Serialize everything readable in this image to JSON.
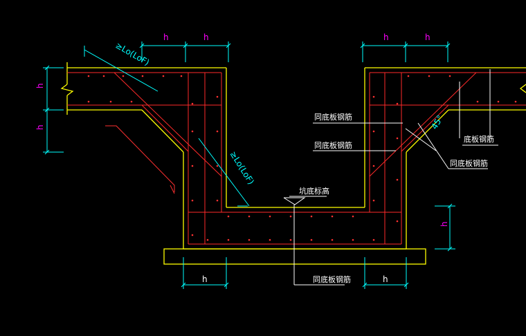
{
  "colors": {
    "background": "#000000",
    "concrete_outline": "#ffff00",
    "rebar": "#ff2020",
    "dimension": "#00ffff",
    "dim_text": "#ff00ff",
    "leader": "#ffffff",
    "anchor_text": "#00ffff",
    "mark": "#ff3030"
  },
  "labels": {
    "h_top_left_1": "h",
    "h_top_left_2": "h",
    "h_top_right_1": "h",
    "h_top_right_2": "h",
    "h_left_1": "h",
    "h_left_2": "h",
    "h_right": "h",
    "h_bottom_left": "h",
    "h_bottom_right": "h",
    "anchor_top": "≥Lo(LoF)",
    "anchor_mid": "≥Lo(LoF)",
    "note_same_slab_1": "同底板钢筋",
    "note_same_slab_2": "同底板钢筋",
    "note_bottom_slab": "底板钢筋",
    "note_same_bottom": "同底板钢筋",
    "note_pit_elevation": "坑底标高",
    "note_same_slab_bottom": "同底板钢筋",
    "angle": "45°"
  }
}
